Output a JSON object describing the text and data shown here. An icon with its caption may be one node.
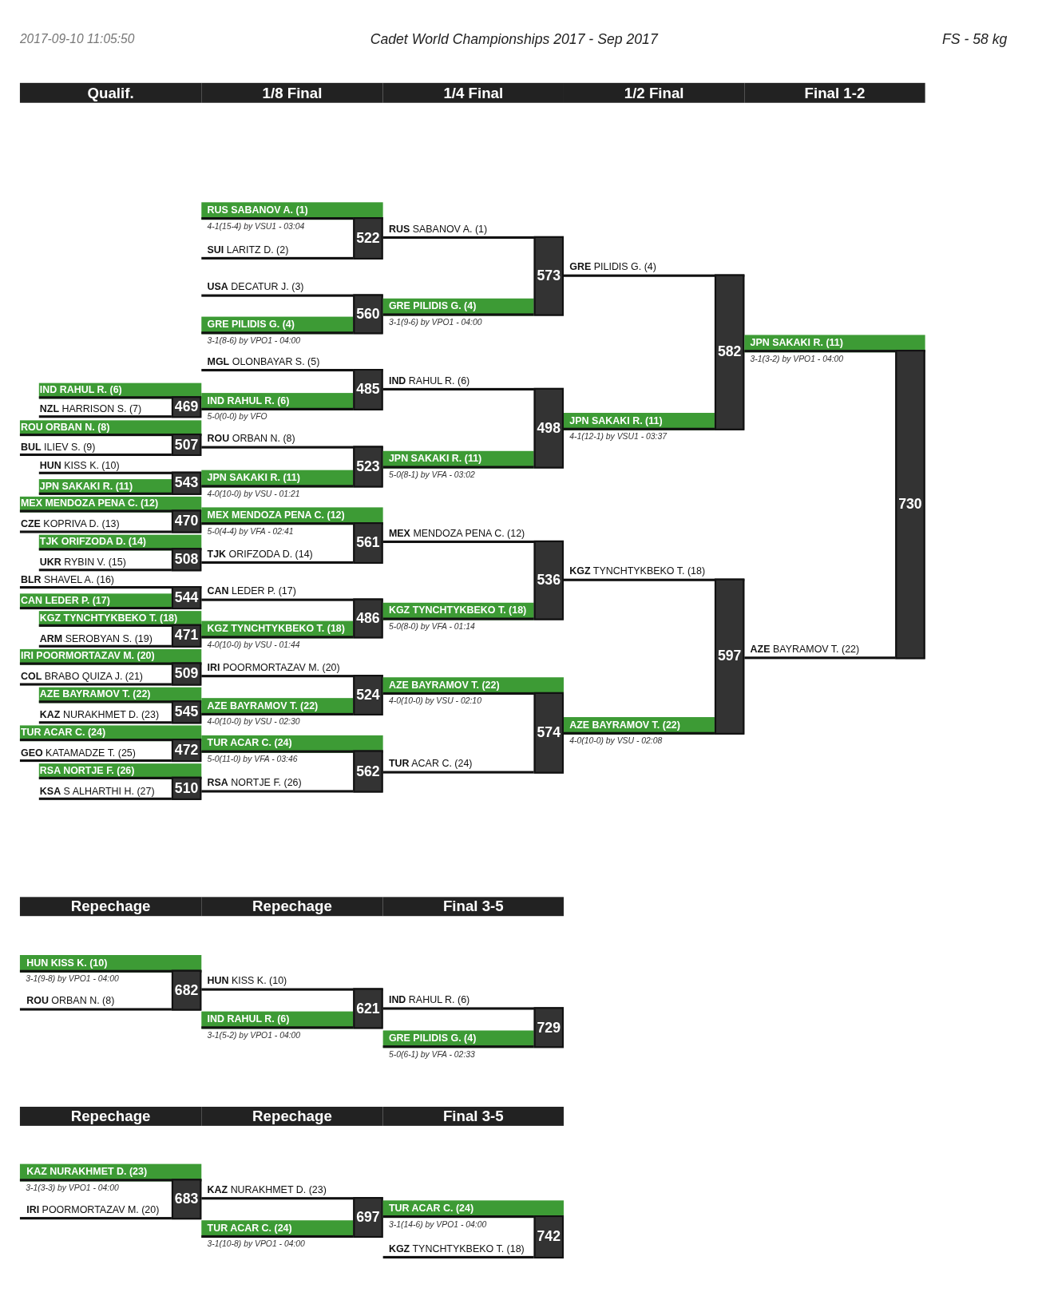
{
  "diagram": {
    "title": "Cadet World Championships 2017 - Sep 2017",
    "labels": [
      "2017-09-10 11:05:50",
      "FS - 58 kg"
    ],
    "nodes": [
      {
        "text": [
          "Qualif."
        ]
      },
      {
        "text": [
          "1/8 Final"
        ]
      },
      {
        "text": [
          "1/4 Final"
        ]
      },
      {
        "text": [
          "1/2 Final"
        ]
      },
      {
        "text": [
          "Final 1-2"
        ]
      },
      {
        "text": [
          "IND RAHUL R. (6)"
        ]
      },
      {
        "text": [
          "**NZL** HARRISON S. (7)"
        ]
      },
      {
        "text": [
          "469"
        ]
      },
      {
        "text": [
          "ROU ORBAN N. (8)"
        ]
      },
      {
        "text": [
          "**BUL** ILIEV S. (9)"
        ]
      },
      {
        "text": [
          "507"
        ]
      },
      {
        "text": [
          "**HUN** KISS K. (10)"
        ]
      },
      {
        "text": [
          "JPN SAKAKI R. (11)"
        ]
      },
      {
        "text": [
          "543"
        ]
      },
      {
        "text": [
          "MEX MENDOZA PENA C. (12)"
        ]
      },
      {
        "text": [
          "**CZE** KOPRIVA D. (13)"
        ]
      },
      {
        "text": [
          "470"
        ]
      },
      {
        "text": [
          "TJK ORIFZODA D. (14)"
        ]
      },
      {
        "text": [
          "**UKR** RYBIN V. (15)"
        ]
      },
      {
        "text": [
          "508"
        ]
      },
      {
        "text": [
          "**BLR** SHAVEL A. (16)"
        ]
      },
      {
        "text": [
          "CAN LEDER P. (17)"
        ]
      },
      {
        "text": [
          "544"
        ]
      },
      {
        "text": [
          "KGZ TYNCHTYKBEKO T. (18)"
        ]
      },
      {
        "text": [
          "**ARM** SEROBYAN S. (19)"
        ]
      },
      {
        "text": [
          "471"
        ]
      },
      {
        "text": [
          "IRI POORMORTAZAV M. (20)"
        ]
      },
      {
        "text": [
          "**COL** BRABO QUIZA J. (21)"
        ]
      },
      {
        "text": [
          "509"
        ]
      },
      {
        "text": [
          "AZE BAYRAMOV T. (22)"
        ]
      },
      {
        "text": [
          "**KAZ** NURAKHMET D. (23)"
        ]
      },
      {
        "text": [
          "545"
        ]
      },
      {
        "text": [
          "TUR ACAR C. (24)"
        ]
      },
      {
        "text": [
          "**GEO** KATAMADZE T. (25)"
        ]
      },
      {
        "text": [
          "472"
        ]
      },
      {
        "text": [
          "RSA NORTJE F. (26)"
        ]
      },
      {
        "text": [
          "**KSA** S ALHARTHI H. (27)"
        ]
      },
      {
        "text": [
          "510"
        ]
      },
      {
        "text": [
          "RUS SABANOV A. (1)"
        ],
        "beside": [
          "4-1(15-4) by VSU1 - 03:04"
        ]
      },
      {
        "text": [
          "**SUI** LARITZ D. (2)"
        ]
      },
      {
        "text": [
          "522"
        ]
      },
      {
        "text": [
          "**USA** DECATUR J. (3)"
        ]
      },
      {
        "text": [
          "GRE PILIDIS G. (4)"
        ],
        "beside": [
          "3-1(8-6) by VPO1 - 04:00"
        ]
      },
      {
        "text": [
          "560"
        ]
      },
      {
        "text": [
          "**MGL** OLONBAYAR S. (5)"
        ]
      },
      {
        "text": [
          "IND RAHUL R. (6)"
        ],
        "beside": [
          "5-0(0-0) by VFO"
        ]
      },
      {
        "text": [
          "485"
        ]
      },
      {
        "text": [
          "**ROU** ORBAN N. (8)"
        ]
      },
      {
        "text": [
          "JPN SAKAKI R. (11)"
        ],
        "beside": [
          "4-0(10-0) by VSU - 01:21"
        ]
      },
      {
        "text": [
          "523"
        ]
      },
      {
        "text": [
          "MEX MENDOZA PENA C. (12)"
        ],
        "beside": [
          "5-0(4-4) by VFA - 02:41"
        ]
      },
      {
        "text": [
          "**TJK** ORIFZODA D. (14)"
        ]
      },
      {
        "text": [
          "561"
        ]
      },
      {
        "text": [
          "**CAN** LEDER P. (17)"
        ]
      },
      {
        "text": [
          "KGZ TYNCHTYKBEKO T. (18)"
        ],
        "beside": [
          "4-0(10-0) by VSU - 01:44"
        ]
      },
      {
        "text": [
          "486"
        ]
      },
      {
        "text": [
          "**IRI** POORMORTAZAV M. (20)"
        ]
      },
      {
        "text": [
          "AZE BAYRAMOV T. (22)"
        ],
        "beside": [
          "4-0(10-0) by VSU - 02:30"
        ]
      },
      {
        "text": [
          "524"
        ]
      },
      {
        "text": [
          "TUR ACAR C. (24)"
        ],
        "beside": [
          "5-0(11-0) by VFA - 03:46"
        ]
      },
      {
        "text": [
          "**RSA** NORTJE F. (26)"
        ]
      },
      {
        "text": [
          "562"
        ]
      },
      {
        "text": [
          "**RUS** SABANOV A. (1)"
        ]
      },
      {
        "text": [
          "GRE PILIDIS G. (4)"
        ],
        "beside": [
          "3-1(9-6) by VPO1 - 04:00"
        ]
      },
      {
        "text": [
          "573"
        ]
      },
      {
        "text": [
          "**IND** RAHUL R. (6)"
        ]
      },
      {
        "text": [
          "JPN SAKAKI R. (11)"
        ],
        "beside": [
          "5-0(8-1) by VFA - 03:02"
        ]
      },
      {
        "text": [
          "498"
        ]
      },
      {
        "text": [
          "**MEX** MENDOZA PENA C. (12)"
        ]
      },
      {
        "text": [
          "KGZ TYNCHTYKBEKO T. (18)"
        ],
        "beside": [
          "5-0(8-0) by VFA - 01:14"
        ]
      },
      {
        "text": [
          "536"
        ]
      },
      {
        "text": [
          "AZE BAYRAMOV T. (22)"
        ],
        "beside": [
          "4-0(10-0) by VSU - 02:10"
        ]
      },
      {
        "text": [
          "**TUR** ACAR C. (24)"
        ]
      },
      {
        "text": [
          "574"
        ]
      },
      {
        "text": [
          "**GRE** PILIDIS G. (4)"
        ]
      },
      {
        "text": [
          "JPN SAKAKI R. (11)"
        ],
        "beside": [
          "4-1(12-1) by VSU1 - 03:37"
        ]
      },
      {
        "text": [
          "582"
        ]
      },
      {
        "text": [
          "**KGZ** TYNCHTYKBEKO T. (18)"
        ]
      },
      {
        "text": [
          "AZE BAYRAMOV T. (22)"
        ],
        "beside": [
          "4-0(10-0) by VSU - 02:08"
        ]
      },
      {
        "text": [
          "597"
        ]
      },
      {
        "text": [
          "JPN SAKAKI R. (11)"
        ],
        "beside": [
          "3-1(3-2) by VPO1 - 04:00"
        ]
      },
      {
        "text": [
          "**AZE** BAYRAMOV T. (22)"
        ]
      },
      {
        "text": [
          "730"
        ]
      },
      {
        "text": [
          "Repechage"
        ]
      },
      {
        "text": [
          "Repechage"
        ]
      },
      {
        "text": [
          "Final 3-5"
        ]
      },
      {
        "text": [
          "HUN KISS K. (10)"
        ],
        "beside": [
          "3-1(9-8) by VPO1 - 04:00"
        ]
      },
      {
        "text": [
          "**ROU** ORBAN N. (8)"
        ]
      },
      {
        "text": [
          "682"
        ]
      },
      {
        "text": [
          "**HUN** KISS K. (10)"
        ]
      },
      {
        "text": [
          "IND RAHUL R. (6)"
        ],
        "beside": [
          "3-1(5-2) by VPO1 - 04:00"
        ]
      },
      {
        "text": [
          "621"
        ]
      },
      {
        "text": [
          "**IND** RAHUL R. (6)"
        ]
      },
      {
        "text": [
          "GRE PILIDIS G. (4)"
        ],
        "beside": [
          "5-0(6-1) by VFA - 02:33"
        ]
      },
      {
        "text": [
          "729"
        ]
      },
      {
        "text": [
          "Repechage"
        ]
      },
      {
        "text": [
          "Repechage"
        ]
      },
      {
        "text": [
          "Final 3-5"
        ]
      },
      {
        "text": [
          "KAZ NURAKHMET D. (23)"
        ],
        "beside": [
          "3-1(3-3) by VPO1 - 04:00"
        ]
      },
      {
        "text": [
          "**IRI** POORMORTAZAV M. (20)"
        ]
      },
      {
        "text": [
          "683"
        ]
      },
      {
        "text": [
          "**KAZ** NURAKHMET D. (23)"
        ]
      },
      {
        "text": [
          "TUR ACAR C. (24)"
        ],
        "beside": [
          "3-1(10-8) by VPO1 - 04:00"
        ]
      },
      {
        "text": [
          "697"
        ]
      },
      {
        "text": [
          "TUR ACAR C. (24)"
        ],
        "beside": [
          "3-1(14-6) by VPO1 - 04:00"
        ]
      },
      {
        "text": [
          "**KGZ** TYNCHTYKBEKO T. (18)"
        ]
      },
      {
        "text": [
          "742"
        ]
      }
    ]
  }
}
